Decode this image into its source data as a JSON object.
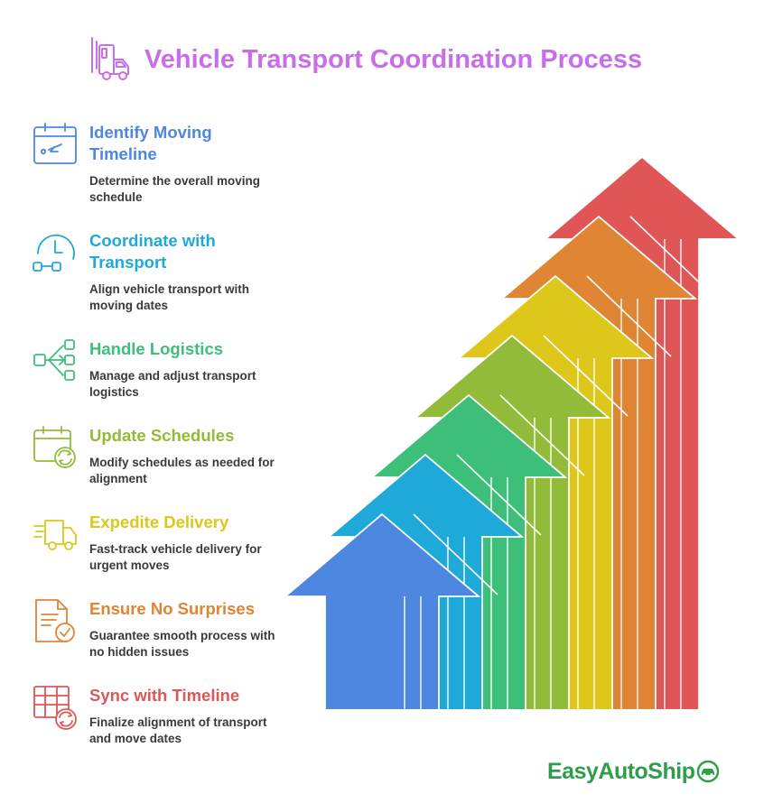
{
  "header": {
    "title": "Vehicle Transport Coordination Process",
    "icon": "truck-icon",
    "color": "#c86ee8"
  },
  "steps": [
    {
      "title": "Identify Moving Timeline",
      "description": "Determine the overall moving schedule",
      "icon": "calendar-icon",
      "color": "#4d87e0"
    },
    {
      "title": "Coordinate with Transport",
      "description": "Align vehicle transport with moving dates",
      "icon": "clock-connector-icon",
      "color": "#1fa9d9"
    },
    {
      "title": "Handle Logistics",
      "description": "Manage and adjust transport logistics",
      "icon": "network-icon",
      "color": "#3dbf7a"
    },
    {
      "title": "Update Schedules",
      "description": "Modify schedules as needed for alignment",
      "icon": "calendar-refresh-icon",
      "color": "#93bb3a"
    },
    {
      "title": "Expedite Delivery",
      "description": "Fast-track vehicle delivery for urgent moves",
      "icon": "fast-truck-icon",
      "color": "#dcc71a"
    },
    {
      "title": "Ensure No Surprises",
      "description": "Guarantee smooth process with no hidden issues",
      "icon": "checklist-icon",
      "color": "#e08534"
    },
    {
      "title": "Sync with Timeline",
      "description": "Finalize alignment of transport and move dates",
      "icon": "table-sync-icon",
      "color": "#e05656"
    }
  ],
  "brand": {
    "name": "EasyAutoShip",
    "icon": "car-badge-icon",
    "color": "#2f9e4a"
  }
}
